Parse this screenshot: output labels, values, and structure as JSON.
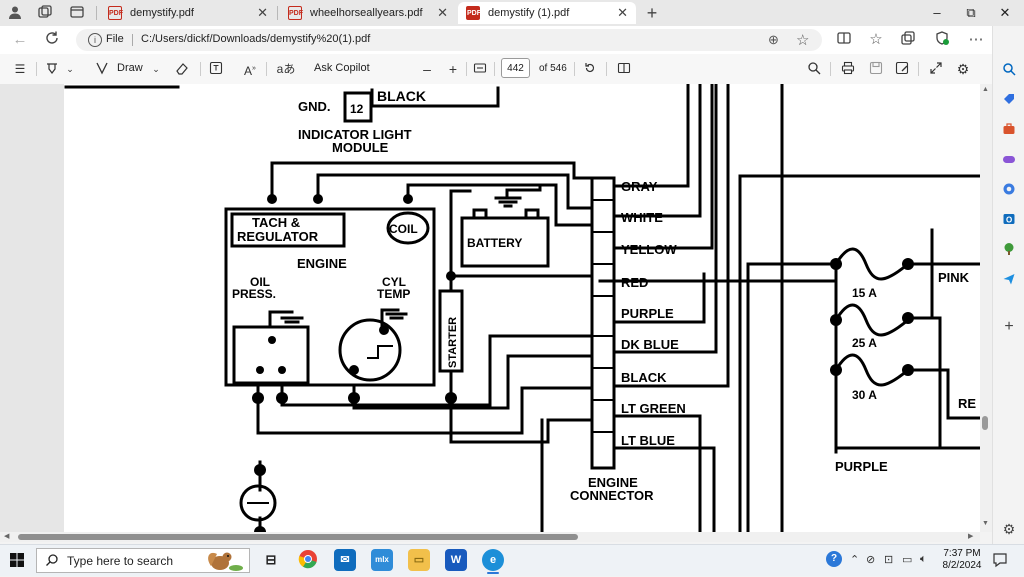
{
  "browser": {
    "tabs": [
      {
        "label": "demystify.pdf",
        "active": false
      },
      {
        "label": "wheelhorseallyears.pdf",
        "active": false
      },
      {
        "label": "demystify (1).pdf",
        "active": true
      }
    ],
    "new_tab_symbol": "+",
    "window": {
      "minimize": "–",
      "restore": "⧉",
      "close": "✕"
    },
    "address": {
      "prefix": "File",
      "url": "C:/Users/dickf/Downloads/demystify%20(1).pdf"
    }
  },
  "pdf_toolbar": {
    "draw_label": "Draw",
    "ask_copilot_label": "Ask Copilot",
    "zoom_out": "–",
    "zoom_in": "+",
    "page_current": "442",
    "page_total_label": "of 546"
  },
  "diagram": {
    "labels": {
      "black_top": "BLACK",
      "gnd": "GND.",
      "pin12": "12",
      "indicator1": "INDICATOR LIGHT",
      "indicator2": "MODULE",
      "tach1": "TACH &",
      "tach2": "REGULATOR",
      "coil": "COIL",
      "battery": "BATTERY",
      "engine": "ENGINE",
      "oil1": "OIL",
      "oil2": "PRESS.",
      "cyl1": "CYL",
      "cyl2": "TEMP",
      "starter": "STARTER",
      "fuse15": "15 A",
      "fuse25": "25 A",
      "fuse30": "30 A",
      "pink": "PINK",
      "re": "RE",
      "purple_bottom": "PURPLE",
      "connector1": "ENGINE",
      "connector2": "CONNECTOR"
    },
    "wire_colors": [
      "GRAY",
      "WHITE",
      "YELLOW",
      "RED",
      "PURPLE",
      "DK BLUE",
      "BLACK",
      "LT GREEN",
      "LT BLUE"
    ]
  },
  "taskbar": {
    "search_placeholder": "Type here to search",
    "time": "7:37 PM",
    "date": "8/2/2024"
  },
  "colors": {
    "accent": "#0067c0",
    "pdf_red": "#c42b1c"
  }
}
